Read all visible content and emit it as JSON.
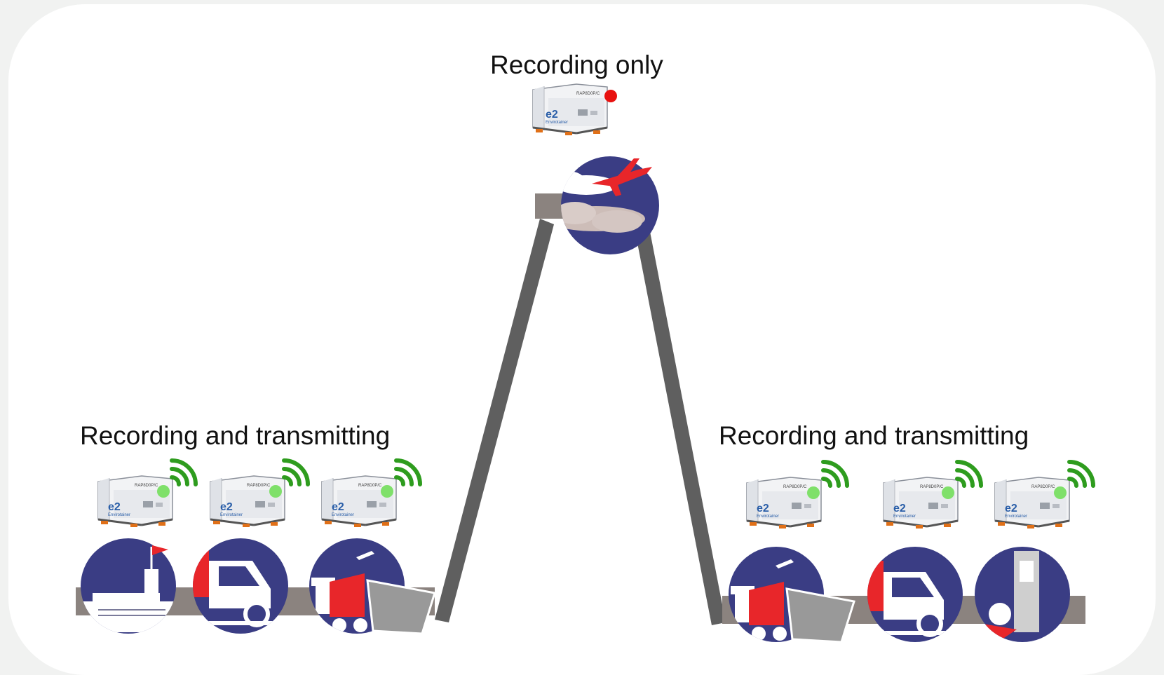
{
  "labels": {
    "top": "Recording only",
    "left": "Recording and transmitting",
    "right": "Recording and transmitting"
  },
  "container_text": {
    "model": "RAP8D0P/C",
    "brand_mark": "e2",
    "brand_name": "Envirotainer"
  },
  "legs": {
    "left": [
      "ship-icon",
      "truck-icon",
      "airport-forklift-icon"
    ],
    "top": [
      "airplane-icon"
    ],
    "right": [
      "airport-forklift-icon",
      "truck-icon",
      "warehouse-forklift-icon"
    ]
  },
  "status": {
    "air": {
      "light": "red",
      "signal": false
    },
    "ground": {
      "light": "green",
      "signal": true
    }
  },
  "colors": {
    "circle_navy": "#3a3d84",
    "track_gray": "#5f5f5f",
    "band_gray": "#8b837f",
    "accent_red": "#e8262a",
    "status_green": "#7fe06a",
    "status_red": "#e8110f",
    "signal_green": "#2e9c1e",
    "page_bg": "#f1f2f1"
  }
}
